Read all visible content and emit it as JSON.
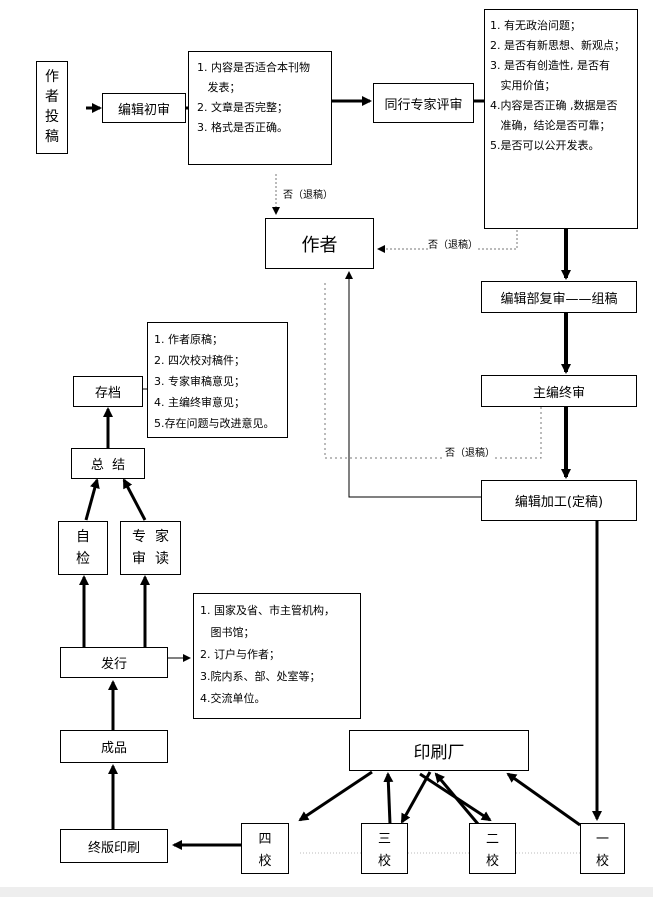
{
  "nodes": {
    "author_submit": [
      "作",
      "者",
      "投",
      "稿"
    ],
    "initial_review": "编辑初审",
    "initial_review_criteria": [
      "1. 内容是否适合本刊物",
      "   发表；",
      "2. 文章是否完整；",
      "3. 格式是否正确。"
    ],
    "peer_review": "同行专家评审",
    "peer_review_criteria": [
      "1. 有无政治问题；",
      "2. 是否有新思想、新观点；",
      "3. 是否有创造性, 是否有",
      "   实用价值；",
      "4.内容是否正确 ,数据是否",
      "   准确，结论是否可靠；",
      "5.是否可以公开发表。"
    ],
    "author": "作者",
    "dept_review": "编辑部复审——组稿",
    "chief_review": "主编终审",
    "edit_finalize": "编辑加工(定稿)",
    "archive": "存档",
    "archive_items": [
      "1. 作者原稿；",
      "2. 四次校对稿件；",
      "3. 专家审稿意见；",
      "4. 主编终审意见；",
      "5.存在问题与改进意见。"
    ],
    "summary": "总  结",
    "self_check": [
      "自",
      "检"
    ],
    "expert_read": [
      "专  家",
      "审  读"
    ],
    "distribute": "发行",
    "distribute_items": [
      "1. 国家及省、市主管机构，",
      "   图书馆；",
      "2. 订户与作者；",
      "3.院内系、部、处室等；",
      "4.交流单位。"
    ],
    "product": "成品",
    "final_print": "终版印刷",
    "printing_factory": "印刷厂",
    "proof4": [
      "四",
      "校"
    ],
    "proof3": [
      "三",
      "校"
    ],
    "proof2": [
      "二",
      "校"
    ],
    "proof1": [
      "一",
      "校"
    ]
  },
  "reject_label": "否（退稿）"
}
